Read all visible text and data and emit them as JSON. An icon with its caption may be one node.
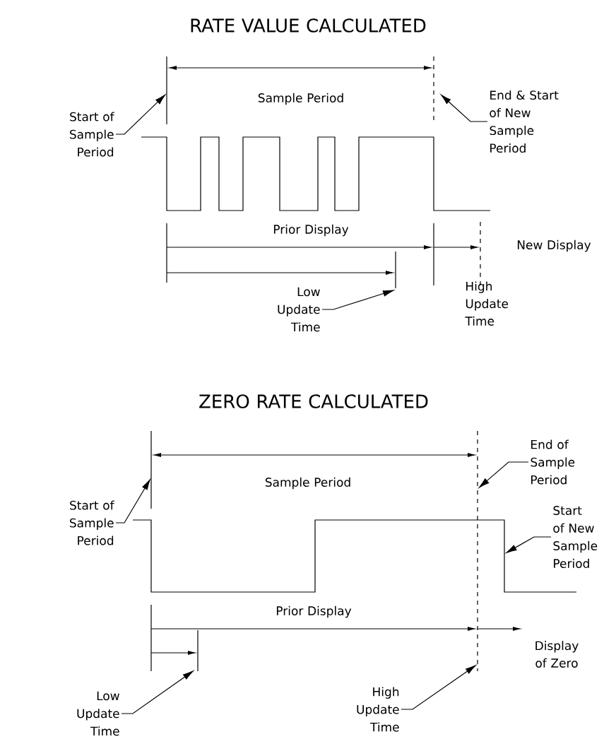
{
  "diagram": {
    "nodes": [
      {
        "text": [
          "Start of Sample Period"
        ]
      },
      {
        "text": [
          "End & Start of New Sample Period"
        ]
      },
      {
        "text": [
          "Low Update Time"
        ]
      },
      {
        "text": [
          "Start of Sample Period"
        ]
      },
      {
        "text": [
          "End of Sample Period"
        ]
      },
      {
        "text": [
          "Start of New Sample Period"
        ]
      },
      {
        "text": [
          "Low Update Time"
        ]
      },
      {
        "text": [
          "High Update Time"
        ]
      }
    ],
    "edges": [
      {
        "from": 0,
        "to": null,
        "arrow": "to"
      },
      {
        "from": 1,
        "to": null,
        "arrow": "to"
      },
      {
        "from": 2,
        "to": null,
        "arrow": "to"
      },
      {
        "from": 3,
        "to": null,
        "arrow": "to"
      },
      {
        "from": 4,
        "to": null,
        "arrow": "to"
      },
      {
        "from": 5,
        "to": null,
        "arrow": "to"
      },
      {
        "from": 6,
        "to": null,
        "arrow": "to"
      },
      {
        "from": 7,
        "to": null,
        "arrow": "to"
      }
    ],
    "labels": [
      "RATE VALUE CALCULATED",
      "Sample Period",
      "Prior Display",
      "New Display",
      "High Update Time",
      "ZERO RATE CALCULATED",
      "Sample Period",
      "Prior Display",
      "Display of Zero"
    ]
  }
}
